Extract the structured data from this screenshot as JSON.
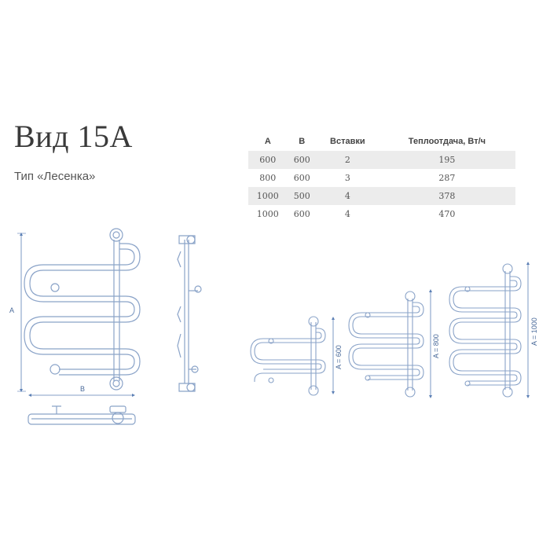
{
  "header": {
    "title": "Вид 15А",
    "subtitle": "Тип «Лесенка»"
  },
  "specs_table": {
    "columns": [
      "A",
      "B",
      "Вставки",
      "Теплоотдача, Вт/ч"
    ],
    "rows": [
      [
        "600",
        "600",
        "2",
        "195"
      ],
      [
        "800",
        "600",
        "3",
        "287"
      ],
      [
        "1000",
        "500",
        "4",
        "378"
      ],
      [
        "1000",
        "600",
        "4",
        "470"
      ]
    ]
  },
  "drawings": {
    "main_height_label": "A",
    "main_width_label": "B",
    "size_600_label": "A = 600",
    "size_800_label": "A = 800",
    "size_1000_label": "A = 1000"
  },
  "colors": {
    "line": "#8aa3c8",
    "dimension": "#5b7fb5"
  }
}
